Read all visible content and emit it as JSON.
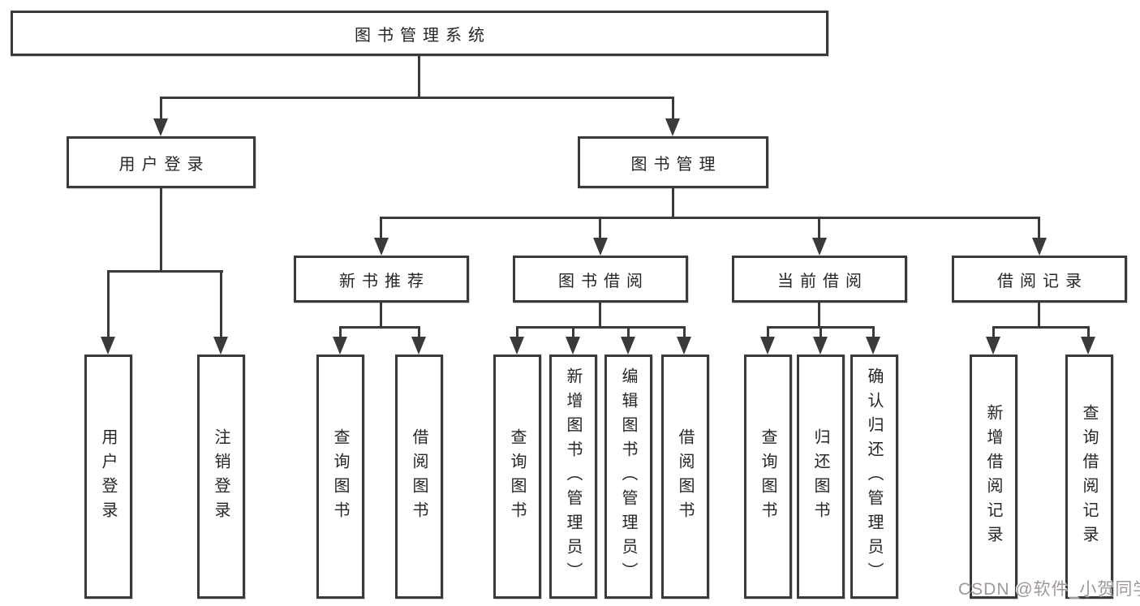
{
  "diagram": {
    "root": {
      "label": "图书管理系统"
    },
    "level2": [
      {
        "label": "用户登录"
      },
      {
        "label": "图书管理"
      }
    ],
    "level3": [
      {
        "label": "新书推荐"
      },
      {
        "label": "图书借阅"
      },
      {
        "label": "当前借阅"
      },
      {
        "label": "借阅记录"
      }
    ],
    "leaves": {
      "login": [
        "用户登录",
        "注销登录"
      ],
      "new_book": [
        "查询图书",
        "借阅图书"
      ],
      "borrow": [
        "查询图书",
        "新增图书（管理员）",
        "编辑图书（管理员）",
        "借阅图书"
      ],
      "current": [
        "查询图书",
        "归还图书",
        "确认归还（管理员）"
      ],
      "records": [
        "新增借阅记录",
        "查询借阅记录"
      ]
    },
    "line_color": "#3a3a3a",
    "box_background": "#ffffff",
    "text_color": "#262626"
  },
  "watermark": {
    "text": "CSDN @软件_小贺同学",
    "color": "#a09898"
  }
}
